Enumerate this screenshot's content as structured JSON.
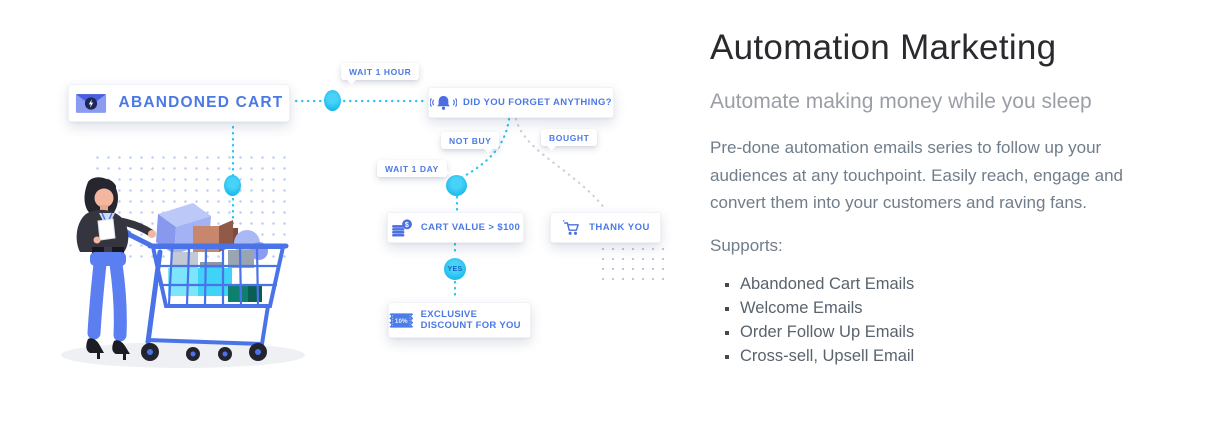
{
  "theme": {
    "accent_cyan": "#22c0ef",
    "flow_blue": "#4b79e4",
    "royal_blue_icon": "#4b6fe0",
    "title_color": "#29292e",
    "subtitle_color": "#9b9ea6",
    "body_color": "#707d8a",
    "gray_branch_dotted": "#ccd2dc"
  },
  "flow": {
    "abandoned_cart": "ABANDONED CART",
    "wait_1_hour": "WAIT 1 HOUR",
    "did_you_forget": "DID YOU FORGET ANYTHING?",
    "not_buy": "NOT BUY",
    "bought": "BOUGHT",
    "wait_1_day": "WAIT 1 DAY",
    "cart_value": "CART VALUE > $100",
    "thank_you": "THANK YOU",
    "yes": "YES",
    "discount_badge": "10%",
    "discount": "EXCLUSIVE DISCOUNT FOR YOU"
  },
  "content": {
    "title": "Automation Marketing",
    "subtitle": "Automate making money while you sleep",
    "paragraph_lines": [
      "Pre-done automation emails series to follow up your",
      "audiences at any touchpoint. Easily reach, engage and",
      "convert them into your customers and raving fans."
    ],
    "supports_label": "Supports:",
    "bullets": [
      "Abandoned Cart Emails",
      "Welcome Emails",
      "Order Follow Up Emails",
      "Cross-sell, Upsell Email"
    ]
  }
}
